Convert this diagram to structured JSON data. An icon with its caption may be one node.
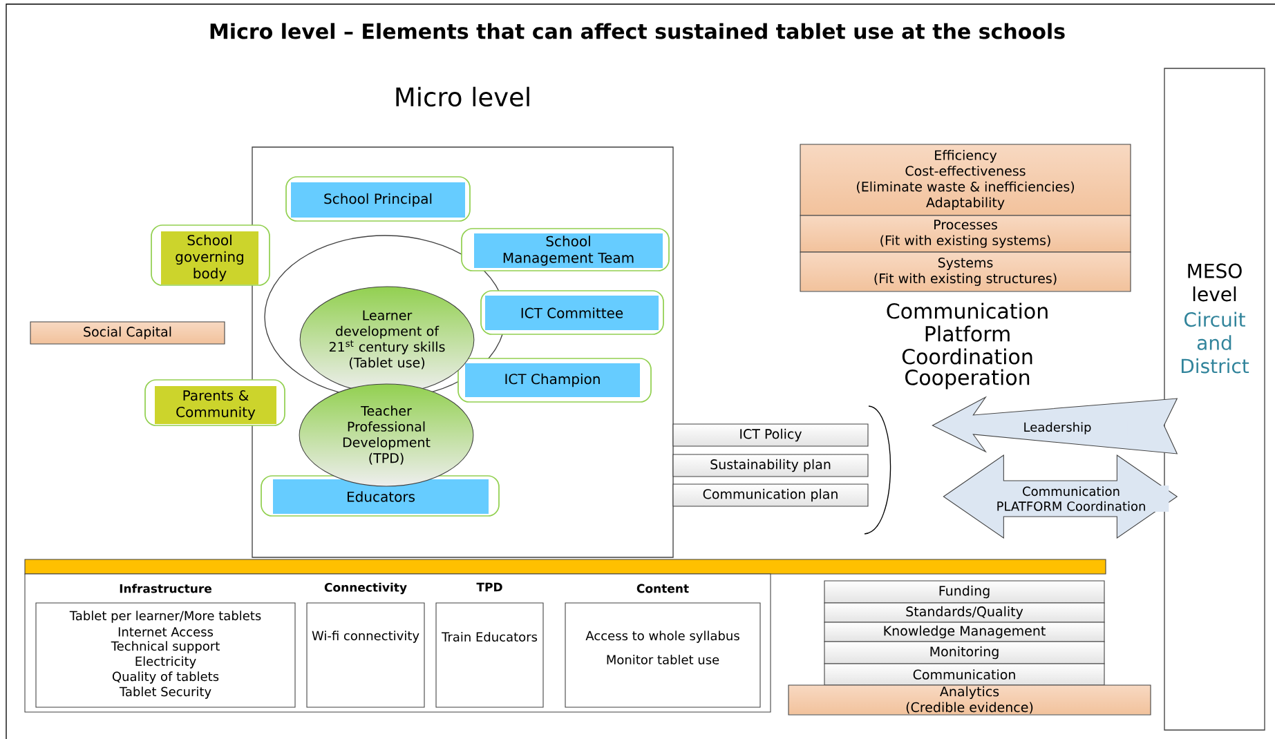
{
  "diagram": {
    "title": "Micro level – Elements that can affect sustained tablet use at the schools",
    "nodes": [
      {
        "text": [
          "Micro level"
        ]
      },
      {
        "text": [
          "School Principal"
        ],
        "in": 0
      },
      {
        "text": [
          "School Management Team"
        ],
        "in": 0
      },
      {
        "text": [
          "ICT Committee"
        ],
        "in": 0
      },
      {
        "text": [
          "Learner development of 21$^{st}$ century skills",
          "(Tablet use)"
        ],
        "in": 0
      },
      {
        "text": [
          "ICT Champion"
        ],
        "in": 0
      },
      {
        "text": [
          "Teacher Professional Development (TPD)"
        ],
        "in": 0
      },
      {
        "text": [
          "Educators"
        ],
        "in": 0
      },
      {
        "text": [
          "School governing body"
        ]
      },
      {
        "text": [
          "Social Capital"
        ]
      },
      {
        "text": [
          "Parents & Community"
        ]
      },
      {
        "text": [
          "Efficiency",
          "Cost-effectiveness",
          "(Eliminate waste & inefficiencies)",
          "Adaptability"
        ]
      },
      {
        "text": [
          "Processes",
          "(Fit with existing systems)"
        ]
      },
      {
        "text": [
          "Systems",
          "(Fit with existing structures)"
        ]
      },
      {
        "text": [
          "MESO level",
          "Circuit and District"
        ]
      },
      {
        "text": [
          "ICT Policy"
        ]
      },
      {
        "text": [
          "Sustainability plan"
        ]
      },
      {
        "text": [
          "Communication plan"
        ]
      },
      {
        "text": [],
        "shape": "box"
      },
      {
        "text": [
          "Infrastructure",
          "Tablet per learner/More tablets",
          "Internet Access",
          "Technical support",
          "Electricity",
          "Quality of tablets",
          "Tablet Security"
        ],
        "in": 18
      },
      {
        "text": [
          "Connectivity",
          "Wi-fi connectivity"
        ],
        "in": 18
      },
      {
        "text": [
          "TPD",
          "Train Educators"
        ],
        "in": 18
      },
      {
        "text": [
          "Content",
          "Access to whole syllabus",
          "Monitor tablet use"
        ],
        "in": 18
      },
      {
        "text": [
          "Funding"
        ]
      },
      {
        "text": [
          "Standards/Quality"
        ]
      },
      {
        "text": [
          "Knowledge Management"
        ]
      },
      {
        "text": [
          "Monitoring"
        ]
      },
      {
        "text": [
          "Communication"
        ]
      },
      {
        "text": [
          "Analytics",
          "(Credible evidence)"
        ]
      },
      {
        "text": [],
        "shape": "bar"
      }
    ],
    "edges": [
      {
        "from": 14,
        "to": null,
        "arrow": "to",
        "label": "Leadership"
      },
      {
        "from": 14,
        "to": null,
        "arrow": "both",
        "label": "Communication PLATFORM Coordination"
      }
    ],
    "labels": [
      "Communication",
      "Platform",
      "Coordination",
      "Cooperation"
    ]
  }
}
